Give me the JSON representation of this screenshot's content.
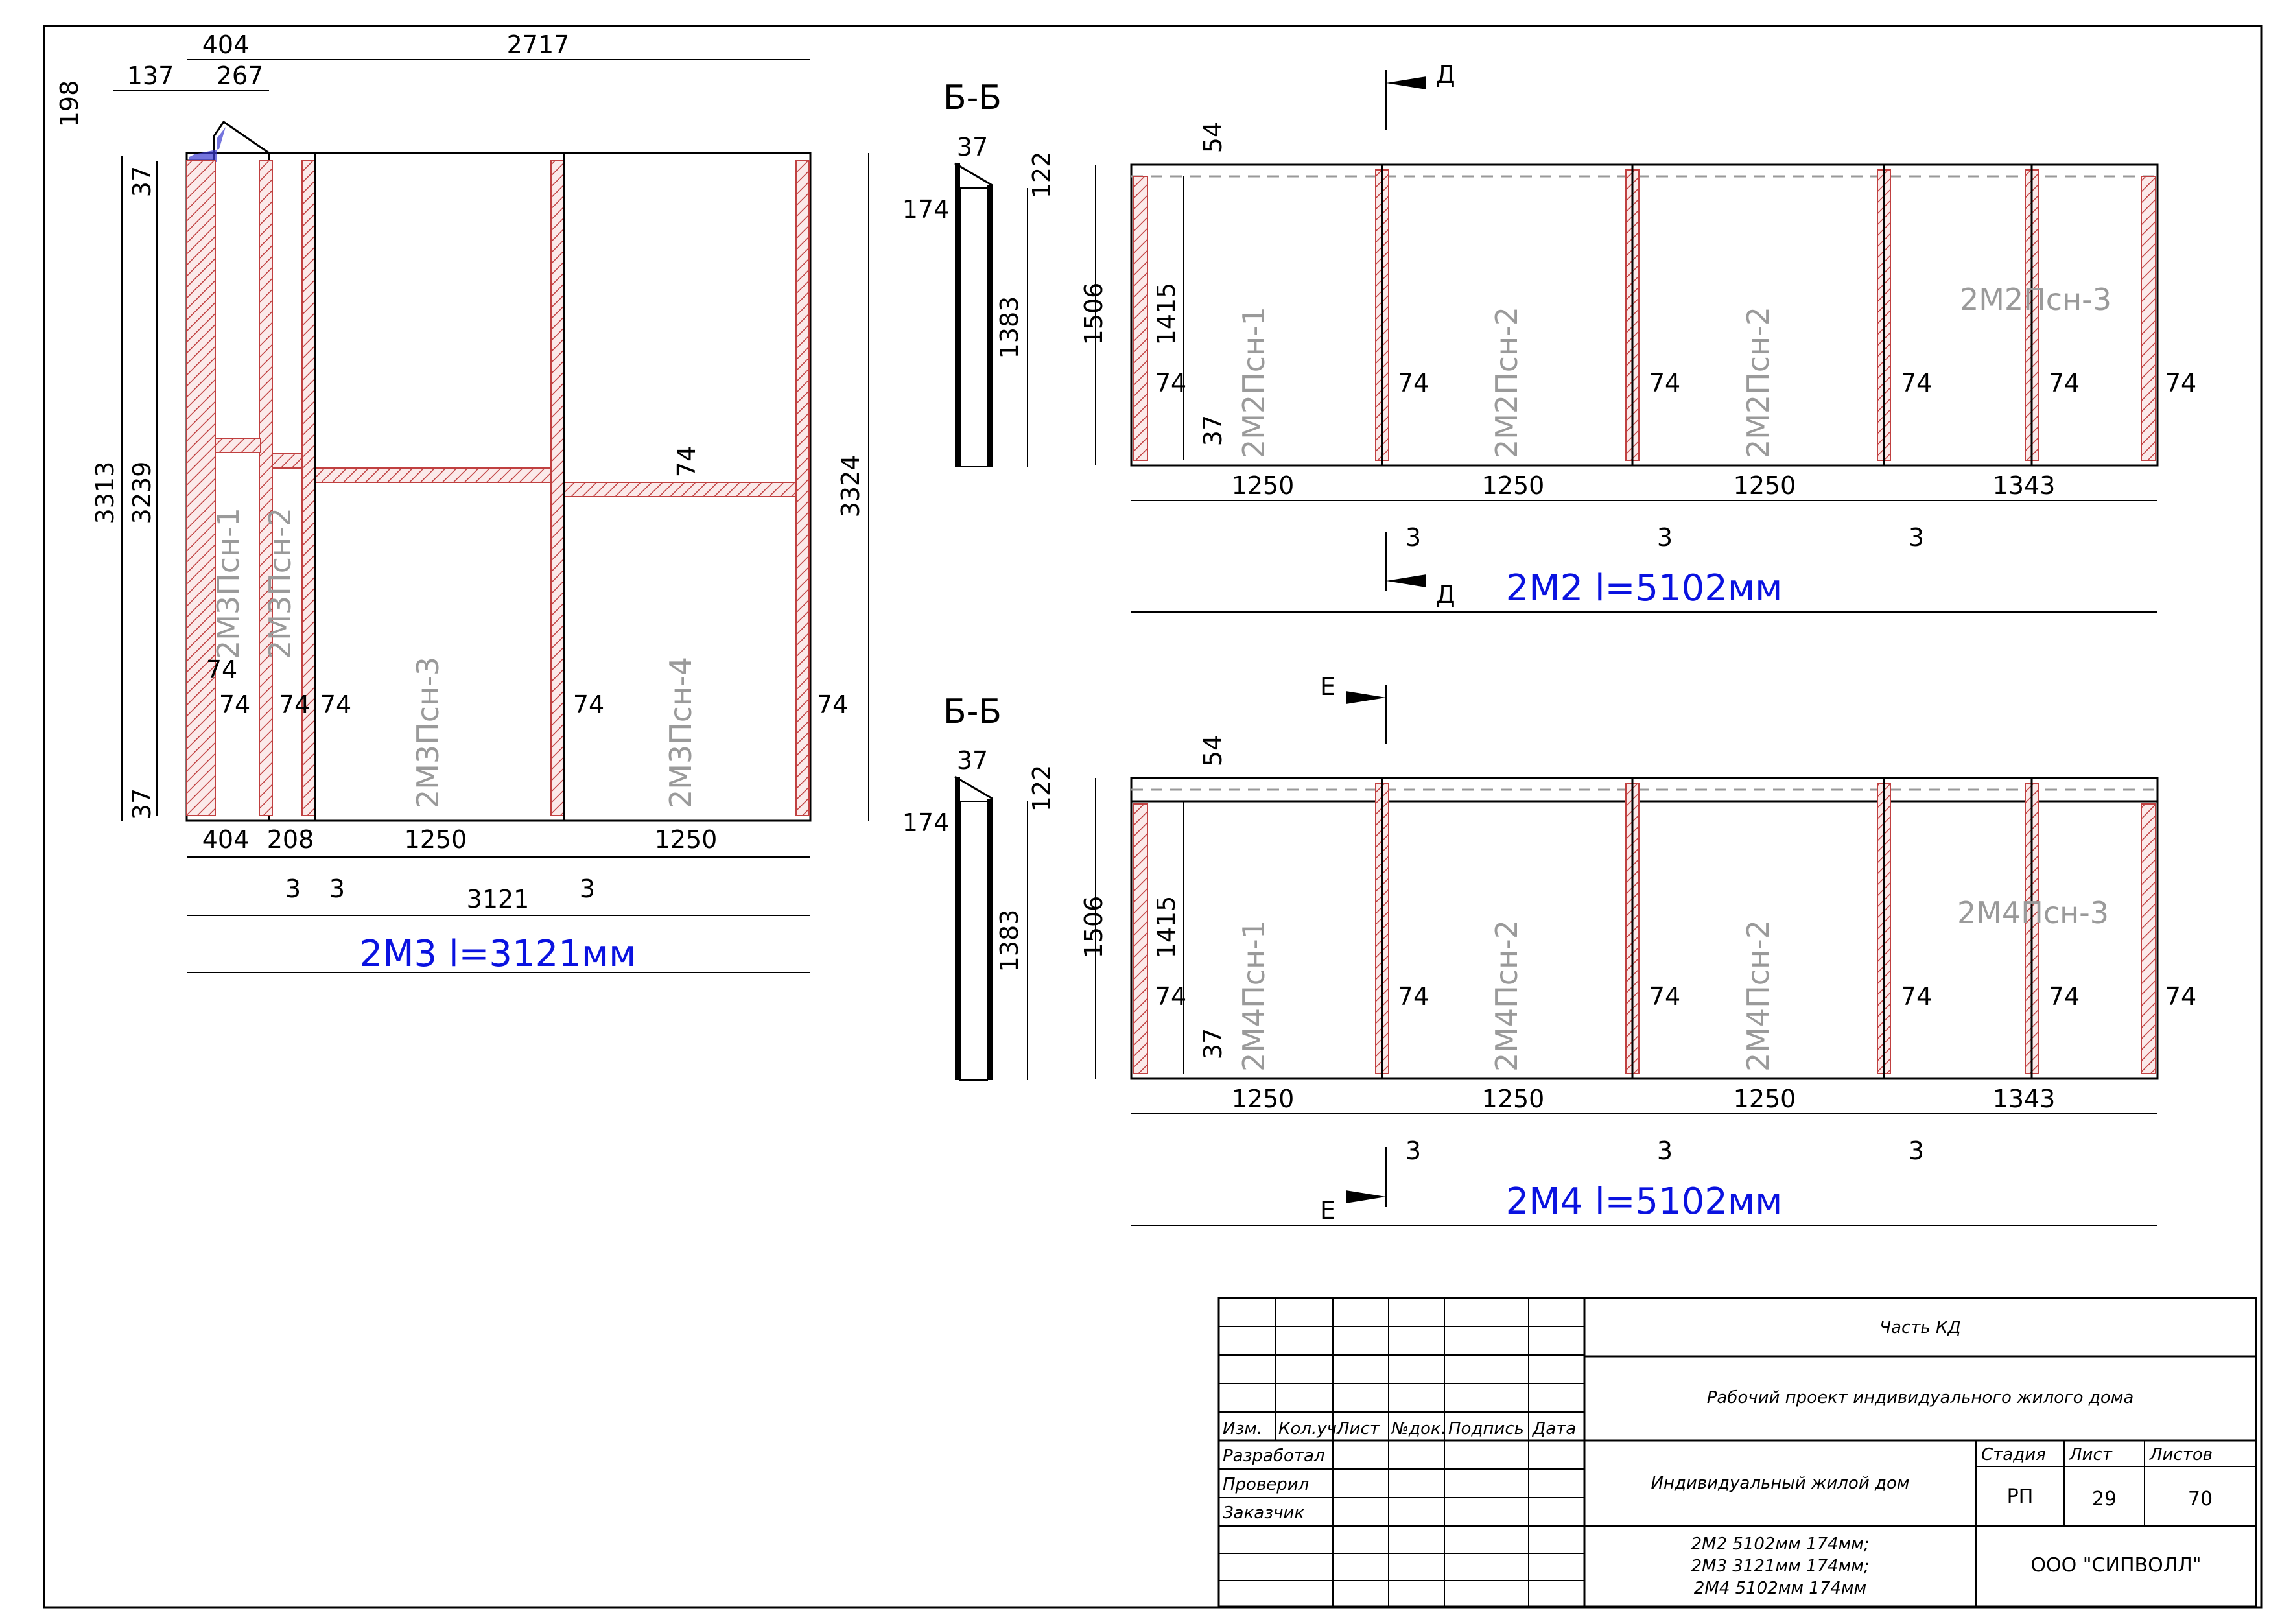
{
  "drawing_2m3": {
    "dims_top": [
      "404",
      "137",
      "267",
      "2717",
      "198"
    ],
    "dims_left": [
      "37",
      "3313",
      "3239",
      "37"
    ],
    "dim_right": "3324",
    "dim_74": "74",
    "dims_bottom": [
      "404",
      "208",
      "1250",
      "1250"
    ],
    "gaps": [
      "3",
      "3",
      "3"
    ],
    "total": "3121",
    "panels": [
      "2М3Псн-1",
      "2М3Псн-2",
      "2М3Псн-3",
      "2М3Псн-4"
    ],
    "title": "2М3 l=3121мм"
  },
  "section_bb": {
    "label": "Б-Б",
    "dims": [
      "122",
      "37",
      "174",
      "1383"
    ]
  },
  "drawing_2m2": {
    "dims": [
      "54",
      "1506",
      "1415",
      "37",
      "74"
    ],
    "dims_bottom": [
      "1250",
      "1250",
      "1250",
      "1343"
    ],
    "gaps": [
      "3",
      "3",
      "3"
    ],
    "cut_mark": "Д",
    "panels": [
      "2М2Псн-1",
      "2М2Псн-2",
      "2М2Псн-2",
      "2М2Псн-3"
    ],
    "title": "2М2 l=5102мм"
  },
  "drawing_2m4": {
    "dims": [
      "54",
      "1506",
      "1415",
      "37",
      "74"
    ],
    "dims_bottom": [
      "1250",
      "1250",
      "1250",
      "1343"
    ],
    "gaps": [
      "3",
      "3",
      "3"
    ],
    "cut_mark": "Е",
    "panels": [
      "2М4Псн-1",
      "2М4Псн-2",
      "2М4Псн-2",
      "2М4Псн-3"
    ],
    "title": "2М4 l=5102мм"
  },
  "title_block": {
    "headers": [
      "Изм.",
      "Кол.уч.",
      "Лист",
      "№док.",
      "Подпись",
      "Дата"
    ],
    "roles": [
      "Разработал",
      "Проверил",
      "Заказчик"
    ],
    "part": "Часть КД",
    "project": "Рабочий проект индивидуального жилого дома",
    "object": "Индивидуальный жилой дом",
    "stage_label": "Стадия",
    "sheet_label": "Лист",
    "sheets_label": "Листов",
    "stage": "РП",
    "sheet": "29",
    "sheets": "70",
    "contents": [
      "2М2 5102мм 174мм;",
      "2М3 3121мм 174мм;",
      "2М4 5102мм 174мм"
    ],
    "company": "ООО \"СИПВОЛЛ\""
  },
  "colors": {
    "hatch": "#c04040",
    "title": "#0a12e0",
    "label": "#9a9a9a"
  }
}
